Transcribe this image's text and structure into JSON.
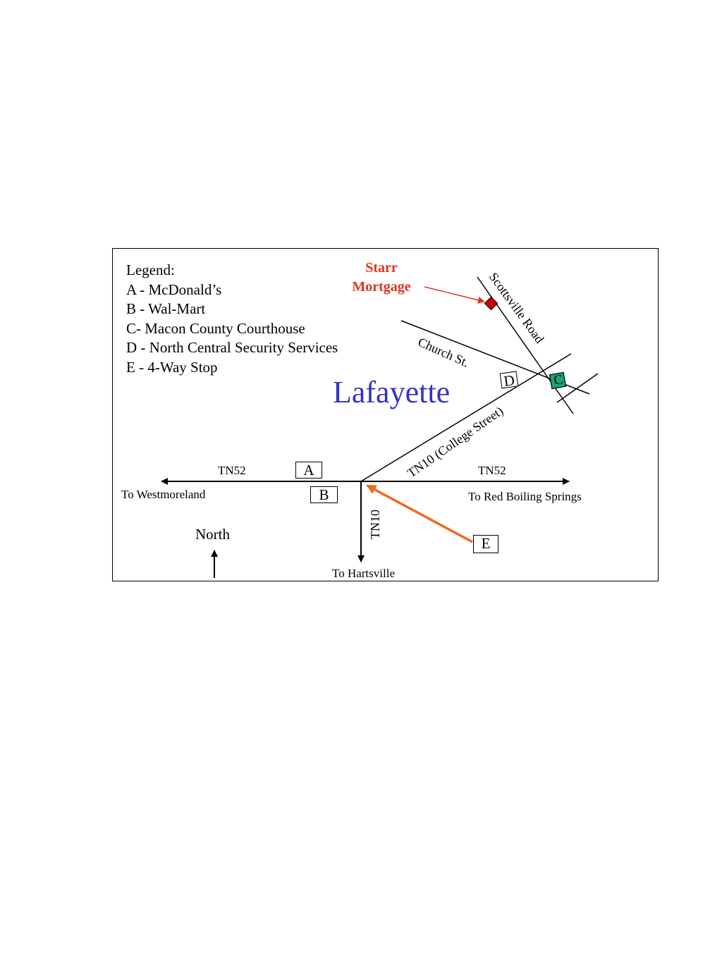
{
  "legend": {
    "title": "Legend:",
    "items": [
      "A - McDonald’s",
      "B - Wal-Mart",
      "C- Macon County Courthouse",
      "D - North Central Security Services",
      "E - 4-Way Stop"
    ]
  },
  "city_name": "Lafayette",
  "starr": {
    "line1": "Starr",
    "line2": "Mortgage"
  },
  "roads": {
    "scottsville": "Scottsville Road",
    "church": "Church St.",
    "college": "TN10 (College Street)",
    "tn52_west": "TN52",
    "tn52_east": "TN52",
    "tn10_south": "TN10"
  },
  "destinations": {
    "west": "To Westmoreland",
    "east": "To Red Boiling Springs",
    "south": "To Hartsville"
  },
  "markers": {
    "a": "A",
    "b": "B",
    "c": "C",
    "d": "D",
    "e": "E"
  },
  "compass": {
    "label": "North"
  },
  "colors": {
    "city": "#3333cc",
    "starr_text": "#e0341e",
    "starr_marker": "#cc0000",
    "courthouse": "#1aa37a",
    "stop_arrow": "#ee6a1c"
  }
}
